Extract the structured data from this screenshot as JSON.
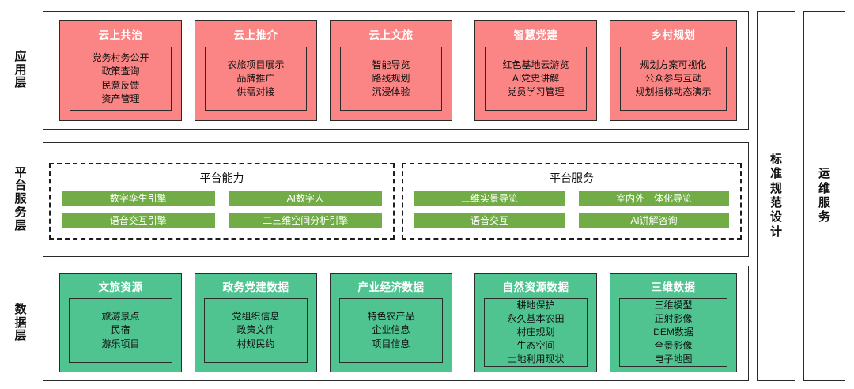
{
  "colors": {
    "app_card_fill": "#FA8584",
    "platform_chip_fill": "#71AC46",
    "data_card_fill": "#4FC491",
    "frame_stroke": "#2b2b2b",
    "dashed_stroke": "#1d1d1d",
    "page_background": "#ffffff"
  },
  "layers": [
    {
      "key": "application",
      "label_chars": [
        "应",
        "用",
        "层"
      ],
      "label_text": "应用层"
    },
    {
      "key": "platform_service",
      "label_chars": [
        "平",
        "台",
        "服",
        "务",
        "层"
      ],
      "label_text": "平台服务层"
    },
    {
      "key": "data",
      "label_chars": [
        "数",
        "据",
        "层"
      ],
      "label_text": "数据层"
    }
  ],
  "application_layer": {
    "cards": [
      {
        "title": "云上共治",
        "items": [
          "党务村务公开",
          "政策查询",
          "民意反馈",
          "资产管理"
        ]
      },
      {
        "title": "云上推介",
        "items": [
          "农旅项目展示",
          "品牌推广",
          "供需对接"
        ]
      },
      {
        "title": "云上文旅",
        "items": [
          "智能导览",
          "路线规划",
          "沉浸体验"
        ]
      },
      {
        "title": "智慧党建",
        "items": [
          "红色基地云游览",
          "AI党史讲解",
          "党员学习管理"
        ]
      },
      {
        "title": "乡村规划",
        "items": [
          "规划方案可视化",
          "公众参与互动",
          "规划指标动态演示"
        ]
      }
    ]
  },
  "platform_layer": {
    "groups": [
      {
        "title": "平台能力",
        "chips": [
          "数字孪生引擎",
          "AI数字人",
          "语音交互引擎",
          "二三维空间分析引擎"
        ]
      },
      {
        "title": "平台服务",
        "chips": [
          "三维实景导览",
          "室内外一体化导览",
          "语音交互",
          "AI讲解咨询"
        ]
      }
    ]
  },
  "data_layer": {
    "cards": [
      {
        "title": "文旅资源",
        "items": [
          "旅游景点",
          "民宿",
          "游乐项目"
        ]
      },
      {
        "title": "政务党建数据",
        "items": [
          "党组织信息",
          "政策文件",
          "村规民约"
        ]
      },
      {
        "title": "产业经济数据",
        "items": [
          "特色农产品",
          "企业信息",
          "项目信息"
        ]
      },
      {
        "title": "自然资源数据",
        "items": [
          "耕地保护",
          "永久基本农田",
          "村庄规划",
          "生态空间",
          "土地利用现状"
        ]
      },
      {
        "title": "三维数据",
        "items": [
          "三维模型",
          "正射影像",
          "DEM数据",
          "全景影像",
          "电子地图"
        ]
      }
    ]
  },
  "pillars": [
    {
      "key": "standards",
      "label_chars": [
        "标",
        "准",
        "规",
        "范",
        "设",
        "计"
      ],
      "label_text": "标准规范设计"
    },
    {
      "key": "operations",
      "label_chars": [
        "运",
        "维",
        "服",
        "务"
      ],
      "label_text": "运维服务"
    }
  ]
}
